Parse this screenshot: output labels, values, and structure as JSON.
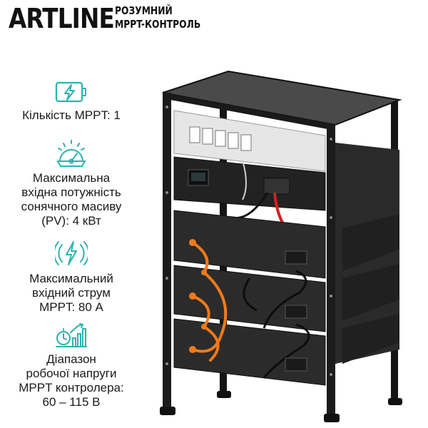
{
  "brand": {
    "logo": "ARTLINE",
    "tagline_line1": "РОЗУМНИЙ",
    "tagline_line2": "MPPT-КОНТРОЛЬ"
  },
  "colors": {
    "accent": "#2bb3b1",
    "cable_orange": "#f07a1a",
    "rack_black": "#1b1b1b",
    "cable_red": "#d42020"
  },
  "features": [
    {
      "icon": "battery-charge-icon",
      "text": "Кількість MPPT: 1"
    },
    {
      "icon": "solar-power-gauge-icon",
      "text": "Максимальна\nвхідна потужність\nсонячного масиву\n(PV): 4 кВт"
    },
    {
      "icon": "current-bolt-icon",
      "text": "Максимальний\nвхідний струм\nMPPT: 80 А"
    },
    {
      "icon": "voltage-range-chart-icon",
      "text": "Діапазон\nробочої напруги\nMPPT контролера:\n60 – 115 В"
    }
  ]
}
